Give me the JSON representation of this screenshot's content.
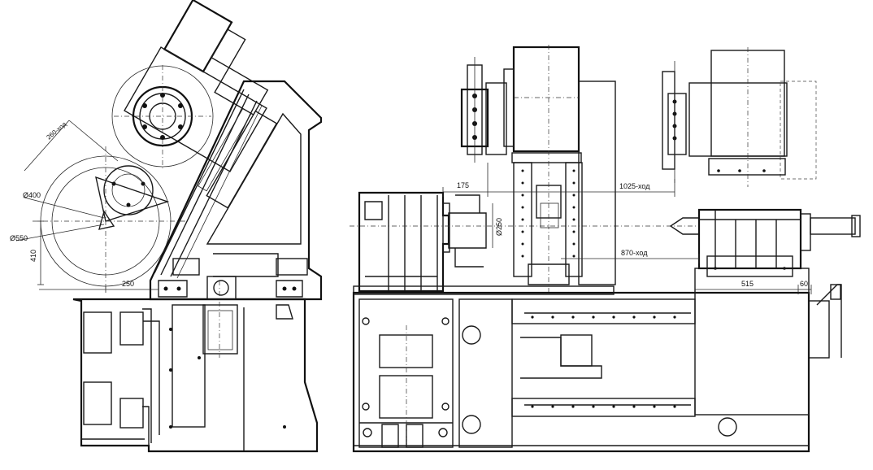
{
  "dimensions": {
    "d400": "Ø400",
    "d550": "Ø550",
    "d250": "Ø250",
    "stroke_260": "260-ход",
    "h410": "410",
    "w250": "250",
    "w175": "175",
    "stroke_1025": "1025-ход",
    "stroke_870": "870-ход",
    "w515": "515",
    "w60": "60"
  }
}
